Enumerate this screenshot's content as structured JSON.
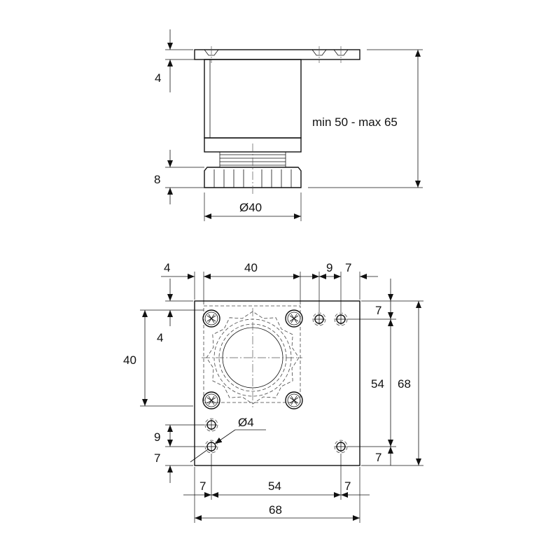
{
  "side_view": {
    "dims": {
      "plate_thickness": "4",
      "height_range": "min 50 - max 65",
      "foot_height": "8",
      "diameter": "Ø40"
    }
  },
  "top_view": {
    "dims": {
      "top_left": "4",
      "top_span": "40",
      "top_gap_a": "9",
      "top_gap_b": "7",
      "right_top": "7",
      "right_span": "54",
      "right_total": "68",
      "left_span": "40",
      "left_small": "4",
      "left_gap": "9",
      "left_bottom": "7",
      "hole_diameter": "Ø4",
      "right_bottom": "7",
      "bottom_left": "7",
      "bottom_span": "54",
      "bottom_right": "7",
      "bottom_total": "68"
    }
  }
}
